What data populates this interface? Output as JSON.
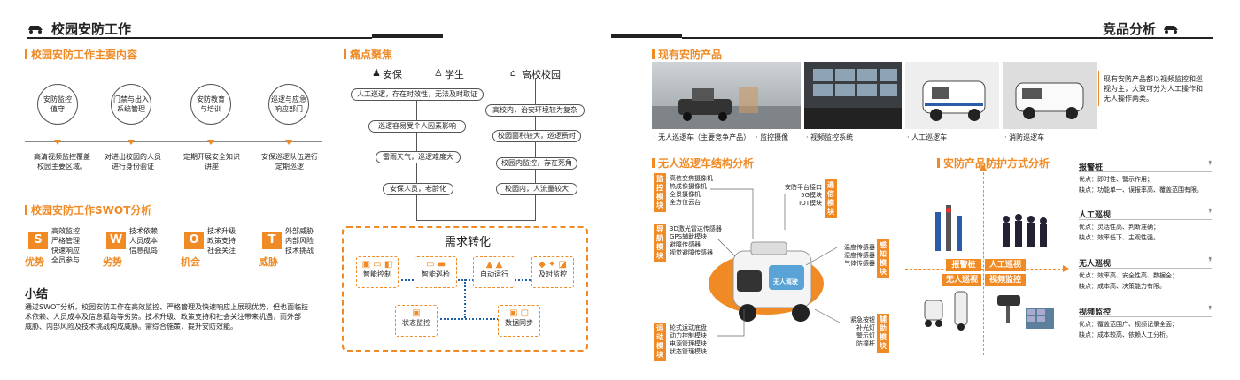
{
  "left_header": {
    "title": "校园安防工作"
  },
  "right_header": {
    "title": "竞品分析"
  },
  "main_content": {
    "title": "校园安防工作主要内容",
    "items": [
      {
        "circle": "安防监控\n值守",
        "desc": "高清视频监控覆盖\n校园主要区域。"
      },
      {
        "circle": "门禁与出入\n系统管理",
        "desc": "对进出校园的人员\n进行身份验证"
      },
      {
        "circle": "安防教育\n与培训",
        "desc": "定期开展安全知识\n讲座"
      },
      {
        "circle": "巡逻与应急\n响应部门",
        "desc": "安保巡逻队伍进行\n定期巡逻"
      }
    ]
  },
  "swot": {
    "title": "校园安防工作SWOT分析",
    "groups": [
      {
        "letter": "S",
        "name": "优势",
        "points": [
          "高效监控",
          "严格管理",
          "快速响应",
          "全员参与"
        ]
      },
      {
        "letter": "W",
        "name": "劣势",
        "points": [
          "技术依赖",
          "人员成本",
          "信息孤岛"
        ]
      },
      {
        "letter": "O",
        "name": "机会",
        "points": [
          "技术升级",
          "政策支持",
          "社会关注"
        ]
      },
      {
        "letter": "T",
        "name": "威胁",
        "points": [
          "外部威胁",
          "内部风险",
          "技术挑战"
        ]
      }
    ]
  },
  "summary": {
    "title": "小结",
    "lines": [
      "通过SWOT分析，校园安防工作在高效监控、严格管理及快速响应上展现优势，但也面临技",
      "术依赖、人员成本及信息孤岛等劣势。技术升级、政策支持和社会关注带来机遇，而外部",
      "威胁、内部风险及技术挑战构成威胁。需综合施策，提升安防效能。"
    ]
  },
  "pain": {
    "title": "痛点聚焦",
    "headers": [
      "安保",
      "学生",
      "高校校园"
    ],
    "pills_left": [
      "人工巡逻，存在时效性，无法及时取证",
      "巡逻容易受个人因素影响",
      "雷雨天气，巡逻难度大",
      "安保人员，老龄化"
    ],
    "pills_right": [
      "高校内，治安环境较为复杂",
      "校园面积较大，巡逻费时",
      "校园内监控，存在死角",
      "校园内，人流量较大"
    ]
  },
  "demand": {
    "title": "需求转化",
    "boxes": [
      "智能控制",
      "智能巡检",
      "自动运行",
      "及时监控",
      "状态监控",
      "数据同步"
    ],
    "icons": [
      "▣ ▭ ◧",
      "▭ ▬",
      "▲ ▲",
      "◆ ✦ ◪",
      "▣",
      "▣ ▢"
    ]
  },
  "products": {
    "title": "现有安防产品",
    "captions": [
      "无人巡逻车（主要竞争产品）",
      "监控摄像",
      "视频监控系统",
      "人工巡逻车",
      "消防巡逻车"
    ],
    "desc": [
      "现有安防产品都以视频监控和巡",
      "视为主，大致可分为人工操作和",
      "无人操作两类。"
    ]
  },
  "structure": {
    "title": "无人巡逻车结构分析",
    "modules": [
      {
        "label": "监控模块",
        "items": [
          "高信变焦摄像机",
          "热成像摄像机",
          "全景摄像机",
          "全方位云台"
        ]
      },
      {
        "label": "导航模块",
        "items": [
          "3D激光雷达传感器",
          "GPS辅助模块",
          "避障传感器",
          "视觉避障传感器"
        ]
      },
      {
        "label": "运动模块",
        "items": [
          "轮式运动底盘",
          "动力控制模块",
          "电源管理模块",
          "状态管理模块"
        ]
      },
      {
        "label": "通信模块",
        "items": [
          "安防平台接口",
          "5G模块",
          "IOT模块"
        ]
      },
      {
        "label": "感知模块",
        "items": [
          "温度传感器",
          "湿度传感器",
          "气体传感器"
        ]
      },
      {
        "label": "辅助模块",
        "items": [
          "紧急按钮",
          "补光灯",
          "警示灯",
          "防撞杆"
        ]
      }
    ],
    "vehicle_label": "无人驾驶"
  },
  "protect": {
    "title": "安防产品防护方式分析",
    "tags": [
      "报警桩",
      "人工巡视",
      "无人巡视",
      "视频监控"
    ],
    "cards": [
      {
        "title": "报警桩",
        "lines": [
          "优点：即时性、警示作用；",
          "缺点：功能单一、误报率高、覆盖范围有限。"
        ]
      },
      {
        "title": "人工巡视",
        "lines": [
          "优点：灵活性高、判断准确；",
          "缺点：效率低下、主观性强。"
        ]
      },
      {
        "title": "无人巡视",
        "lines": [
          "优点：效率高、安全性高、数据全；",
          "缺点：成本高、决策能力有限。"
        ]
      },
      {
        "title": "视频监控",
        "lines": [
          "优点：覆盖范围广、视频记录全面；",
          "缺点：成本较高、依赖人工分析。"
        ]
      }
    ]
  }
}
